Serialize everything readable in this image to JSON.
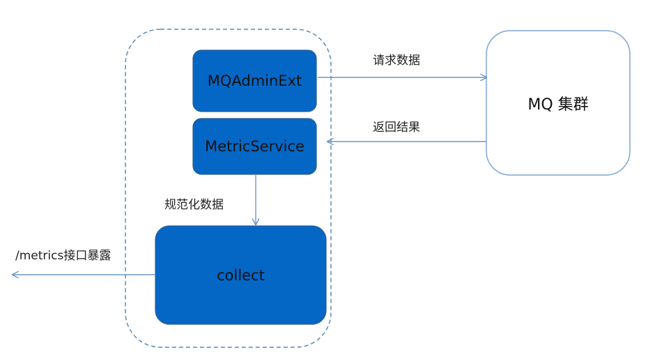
{
  "nodes": {
    "mq_admin_ext": "MQAdminExt",
    "metric_service": "MetricService",
    "collect": "collect",
    "mq_cluster": "MQ 集群"
  },
  "edges": {
    "request_data": "请求数据",
    "return_result": "返回结果",
    "normalize_data": "规范化数据",
    "metrics_expose": "/metrics接口暴露"
  },
  "colors": {
    "box_fill": "#0567c5",
    "box_border": "#2a5d95",
    "dashed_border": "#5b87b6",
    "cluster_border": "#7ea6d2",
    "arrow": "#6b95c6"
  }
}
